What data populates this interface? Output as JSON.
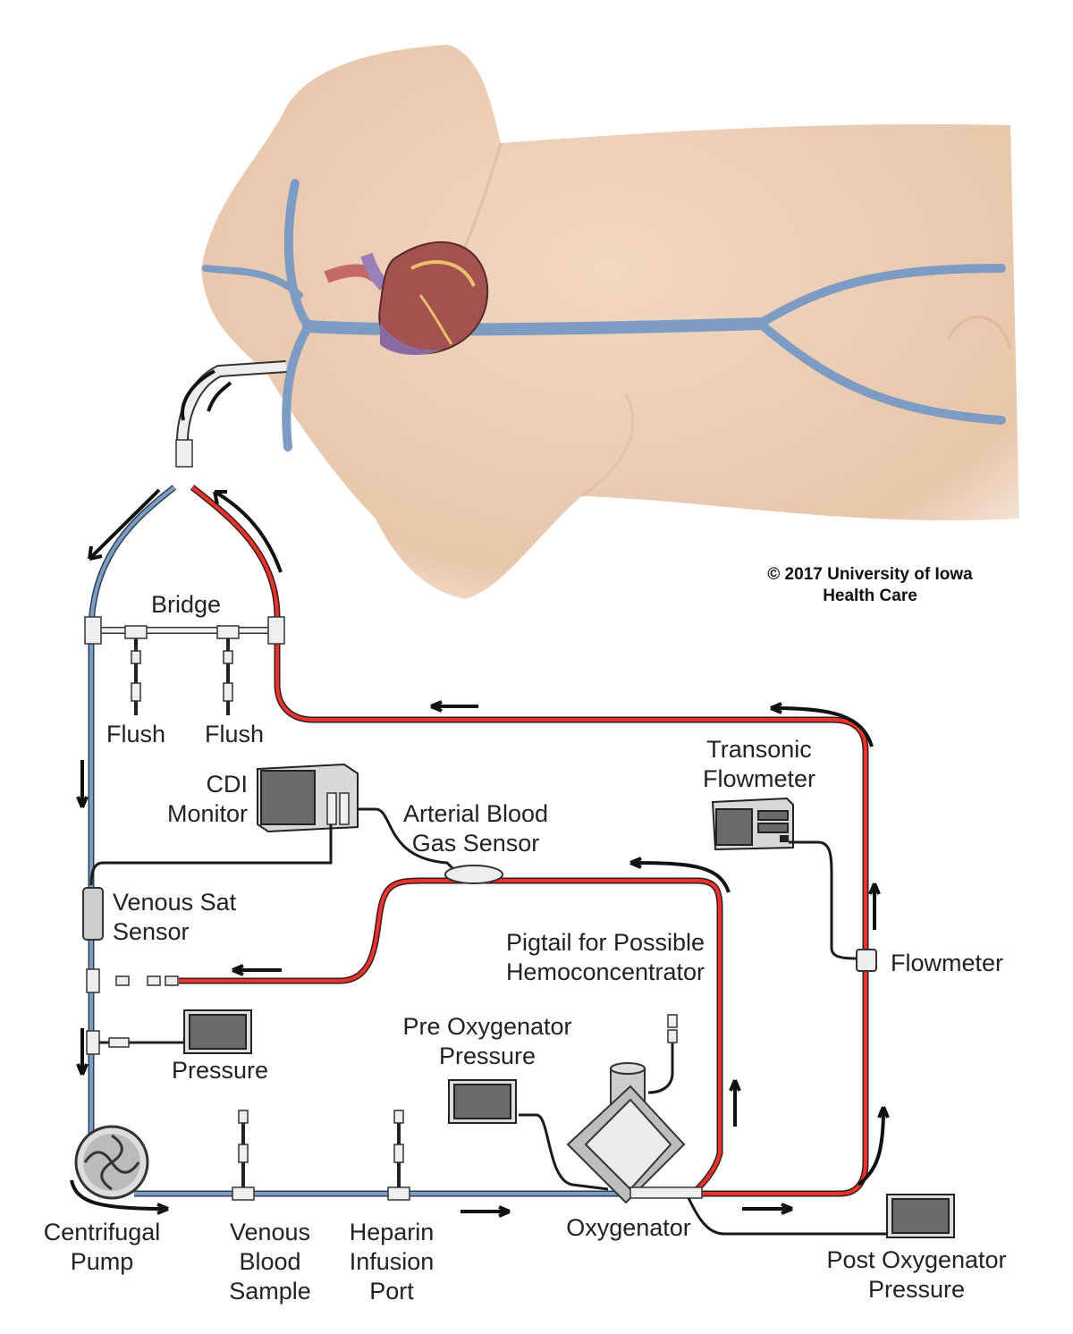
{
  "copyright": [
    "© 2017 University of Iowa",
    "Health Care"
  ],
  "labels": {
    "bridge": "Bridge",
    "flush_left": "Flush",
    "flush_right": "Flush",
    "cdi_monitor": [
      "CDI",
      "Monitor"
    ],
    "arterial_blood_gas_sensor": [
      "Arterial Blood",
      "Gas Sensor"
    ],
    "transonic_flowmeter": [
      "Transonic",
      "Flowmeter"
    ],
    "venous_sat_sensor": [
      "Venous Sat",
      "Sensor"
    ],
    "flowmeter": "Flowmeter",
    "pigtail": [
      "Pigtail for Possible",
      "Hemoconcentrator"
    ],
    "pressure": "Pressure",
    "pre_oxygenator_pressure": [
      "Pre Oxygenator",
      "Pressure"
    ],
    "centrifugal_pump": [
      "Centrifugal",
      "Pump"
    ],
    "venous_blood_sample": [
      "Venous",
      "Blood",
      "Sample"
    ],
    "heparin_infusion_port": [
      "Heparin",
      "Infusion",
      "Port"
    ],
    "oxygenator": "Oxygenator",
    "post_oxygenator_pressure": [
      "Post Oxygenator",
      "Pressure"
    ]
  },
  "colors": {
    "venous": "#7d9cc4",
    "arterial": "#e8322c",
    "skin": "#efd3bb"
  }
}
